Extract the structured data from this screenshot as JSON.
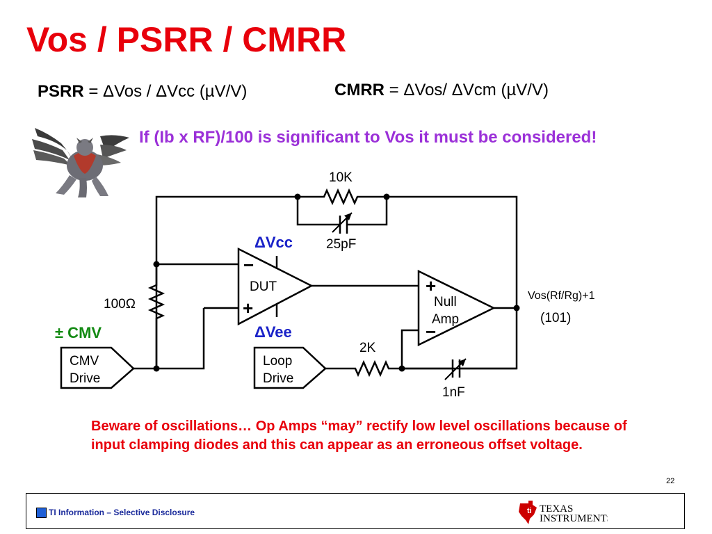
{
  "slide": {
    "title": "Vos / PSRR / CMRR",
    "psrr_label": "PSRR",
    "psrr_formula": "= ΔVos / ΔVcc (µV/V)",
    "cmrr_label": "CMRR",
    "cmrr_formula": "= ΔVos/ ΔVcm  (µV/V)",
    "note": "If (Ib x RF)/100 is significant to Vos it must be considered!",
    "warning": "Beware of oscillations… Op Amps “may” rectify low level oscillations because of input clamping diodes and this can appear as an erroneous offset voltage.",
    "page_number": "22",
    "footer_text": "TI Information – Selective Disclosure",
    "logo_line1": "TEXAS",
    "logo_line2": "INSTRUMENTS"
  },
  "circuit": {
    "r_feedback": "10K",
    "c_feedback": "25pF",
    "dvcc": "ΔVcc",
    "dvee": "ΔVee",
    "dut": "DUT",
    "minus": "−",
    "plus": "+",
    "r_gain": "100Ω",
    "cmv": "± CMV",
    "cmv_drive_1": "CMV",
    "cmv_drive_2": "Drive",
    "loop_drive_1": "Loop",
    "loop_drive_2": "Drive",
    "r_integrator": "2K",
    "c_integrator": "1nF",
    "null_amp_1": "Null",
    "null_amp_2": "Amp",
    "output_expr": "Vos(Rf/Rg)+1",
    "output_gain": "(101)"
  },
  "colors": {
    "title": "#e8000b",
    "note": "#9b30d8",
    "delta_labels": "#1a22c8",
    "cmv": "#138a13",
    "warning": "#e8000b",
    "footer_text": "#1a2a9b"
  }
}
